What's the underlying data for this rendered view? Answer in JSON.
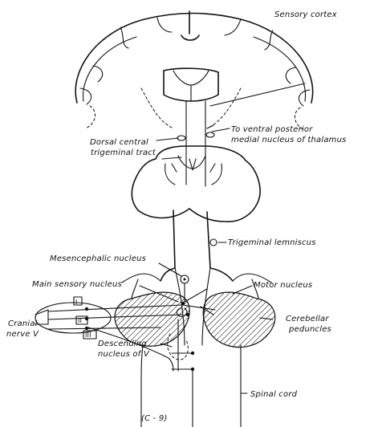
{
  "labels": {
    "sensory_cortex": "Sensory cortex",
    "to_ventral_line1": "To ventral posterior",
    "to_ventral_line2": "medial nucleus of thalamus",
    "dorsal_central_line1": "Dorsal central",
    "dorsal_central_line2": "trigeminal tract",
    "trigeminal_lemniscus": "Trigeminal lemniscus",
    "mesencephalic_nucleus": "Mesencephalic nucleus",
    "main_sensory_nucleus": "Main sensory nucleus",
    "motor_nucleus": "Motor nucleus",
    "cranial_nerve_line1": "Cranial",
    "cranial_nerve_line2": "nerve V",
    "cerebellar_line1": "Cerebellar",
    "cerebellar_line2": "peduncles",
    "descending_line1": "Descending",
    "descending_line2": "nucleus of V",
    "spinal_cord": "Spinal cord",
    "figure_code": "(C - 9)"
  },
  "nerve_branches": [
    "I",
    "II",
    "III"
  ]
}
